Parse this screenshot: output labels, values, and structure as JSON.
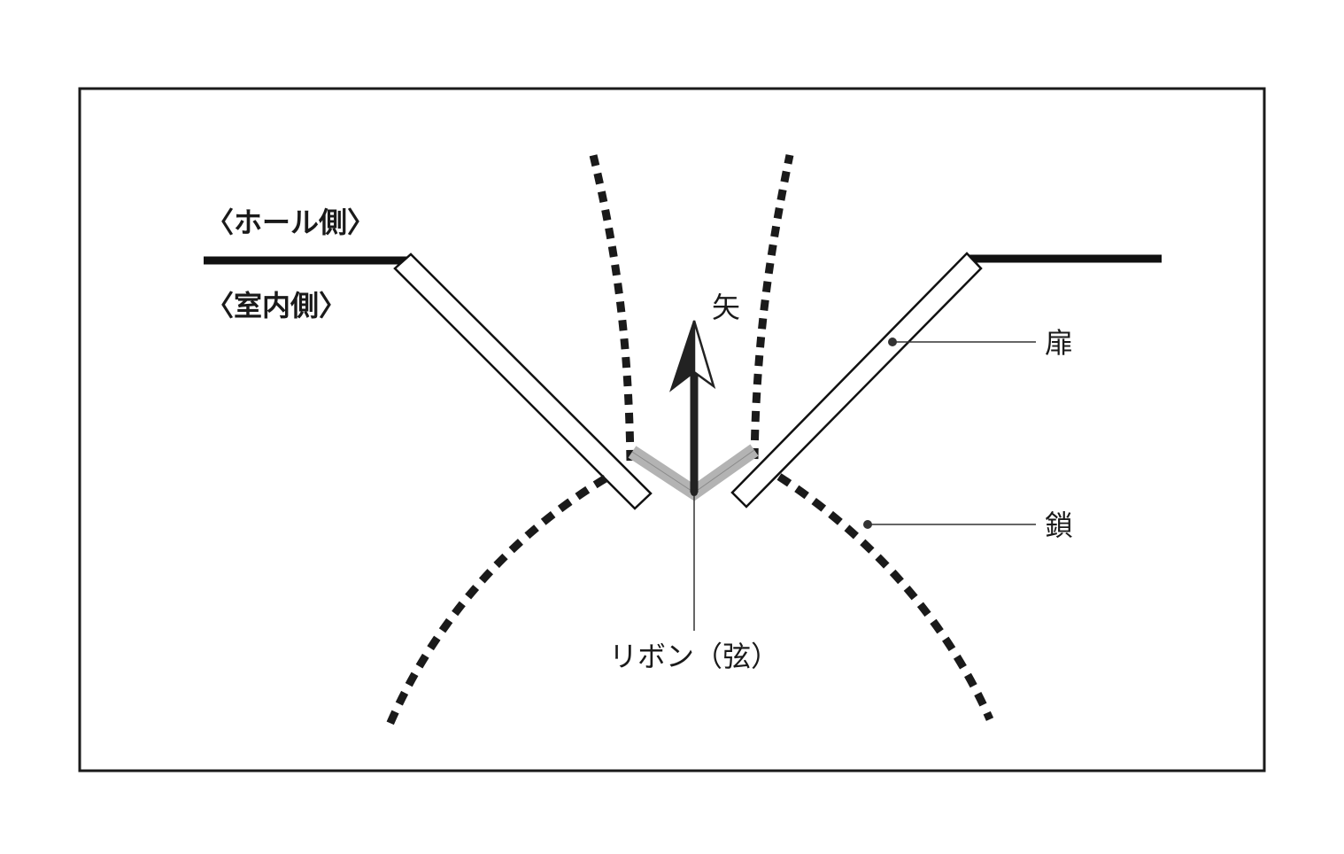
{
  "labels": {
    "hall_side": "〈ホール側〉",
    "room_side": "〈室内側〉",
    "arrow": "矢",
    "door": "扉",
    "chain": "鎖",
    "ribbon": "リボン（弦）"
  }
}
